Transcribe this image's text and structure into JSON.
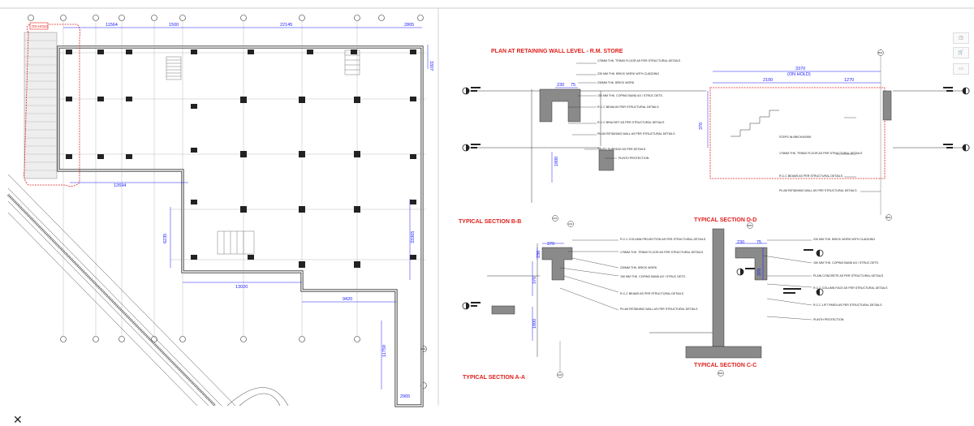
{
  "left_plan": {
    "on_hold_tag": "ON HOLD",
    "top_dims": [
      "11564",
      "1500",
      "22145",
      "2865"
    ],
    "side_dims": [
      "3307",
      "12694",
      "6235",
      "13020",
      "9420",
      "33305",
      "11759",
      "2965"
    ]
  },
  "plan_title": "PLAN AT RETAINING WALL LEVEL - R.M. STORE",
  "plan_dims": {
    "d1": "3370",
    "on_hold": "(ON HOLD)",
    "d2": "2100",
    "d3": "1270",
    "d4": "370",
    "d5": "230",
    "d6": "75",
    "d7": "1800"
  },
  "plan_notes": [
    "175MM THK. TRIMIX FLOOR AS PER STRUCTURAL DETAILS",
    "230 MM THK. BRICK WORK WITH CLADDING",
    "230MM THK. BRICK WORK",
    "150 MM THK. COPING BAND AS / STRUC DETS.",
    "R.C.C BEAM AS PER STRUCTURAL DETAILS",
    "R.C.C BRACKET AS PER STRUCTURAL DETAILS",
    "PLUM RETAINING WALL AS PER STRUCTURAL DETAILS",
    "PAVED SURFACE AS PER DETAILS",
    "PLINTH PROTECTION",
    "STEPS IN BRICKWORK",
    "175MM THK. TRIMIX FLOOR AS PER STRUCTURAL DETAILS",
    "R.C.C BEAMS AS PER STRUCTURAL DETAILS",
    "PLUM RETAINING WALL AS PER STRUCTURAL DETAILS"
  ],
  "section_bb": {
    "title": "TYPICAL SECTION B-B",
    "dims": [
      "370",
      "230",
      "370",
      "1800"
    ],
    "notes": [
      "R.C.C COLUMN PROJECTION AS PER STRUCTURAL DETAILS",
      "175MM THK. TRIMIX FLOOR AS PER STRUCTURAL DETAILS",
      "230MM THK. BRICK WORK",
      "150 MM THK. COPING BAND AS / STRUC DETS.",
      "R.C.C BEAMS AS PER STRUCTURAL DETAILS",
      "PLUM RETAINING WALL AS PER STRUCTURAL DETAILS"
    ]
  },
  "section_aa": {
    "title": "TYPICAL SECTION A-A"
  },
  "section_dd": {
    "title": "TYPICAL SECTION D-D",
    "dims": [
      "230",
      "75",
      "370"
    ],
    "notes": [
      "230 MM THK. BRICK WORK WITH CLADDING",
      "150 MM THK. COPING BAND AS / STRUC DETS.",
      "PLAIN CONCRETE AS PER STRUCTURAL DETAILS",
      "R.C.C COLUMN FACE AS PER STRUCTURAL DETAILS",
      "R.C.C LIFT PARDI AS PER STRUCTURAL DETAILS",
      "PLINTH PROTECTION"
    ]
  },
  "section_cc": {
    "title": "TYPICAL SECTION C-C"
  },
  "section_marks": [
    "A01",
    "A01",
    "B04",
    "B04",
    "B06",
    "B06",
    "A03",
    "A03"
  ],
  "colors": {
    "red": "#e0201c",
    "blue": "#1a1aff",
    "line": "#333333",
    "grey": "#8a8a8a"
  }
}
